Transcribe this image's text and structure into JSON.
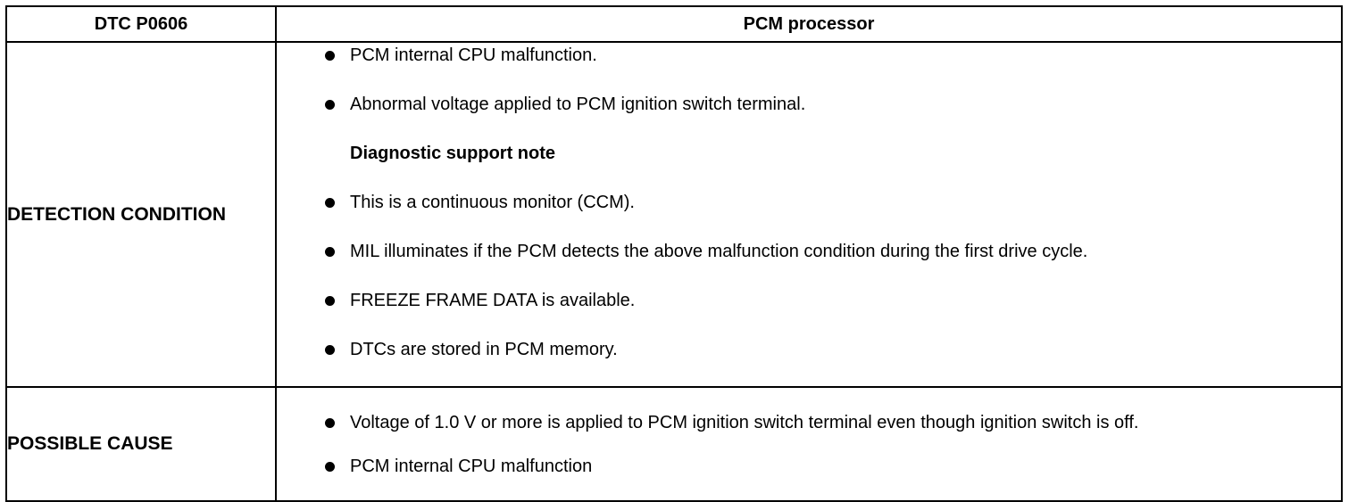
{
  "table": {
    "header": {
      "code": "DTC P0606",
      "title": "PCM processor"
    },
    "detection": {
      "label": "DETECTION CONDITION",
      "items": [
        "PCM internal CPU malfunction.",
        "Abnormal voltage applied to PCM ignition switch terminal."
      ],
      "note_heading": "Diagnostic support note",
      "notes": [
        "This is a continuous monitor (CCM).",
        "MIL illuminates if the PCM detects the above malfunction condition during the first drive cycle.",
        "FREEZE FRAME DATA is available.",
        "DTCs are stored in PCM memory."
      ]
    },
    "cause": {
      "label": "POSSIBLE CAUSE",
      "items": [
        "Voltage of 1.0 V or more is applied to PCM ignition switch terminal even though ignition switch is off.",
        "PCM internal CPU malfunction"
      ]
    }
  }
}
